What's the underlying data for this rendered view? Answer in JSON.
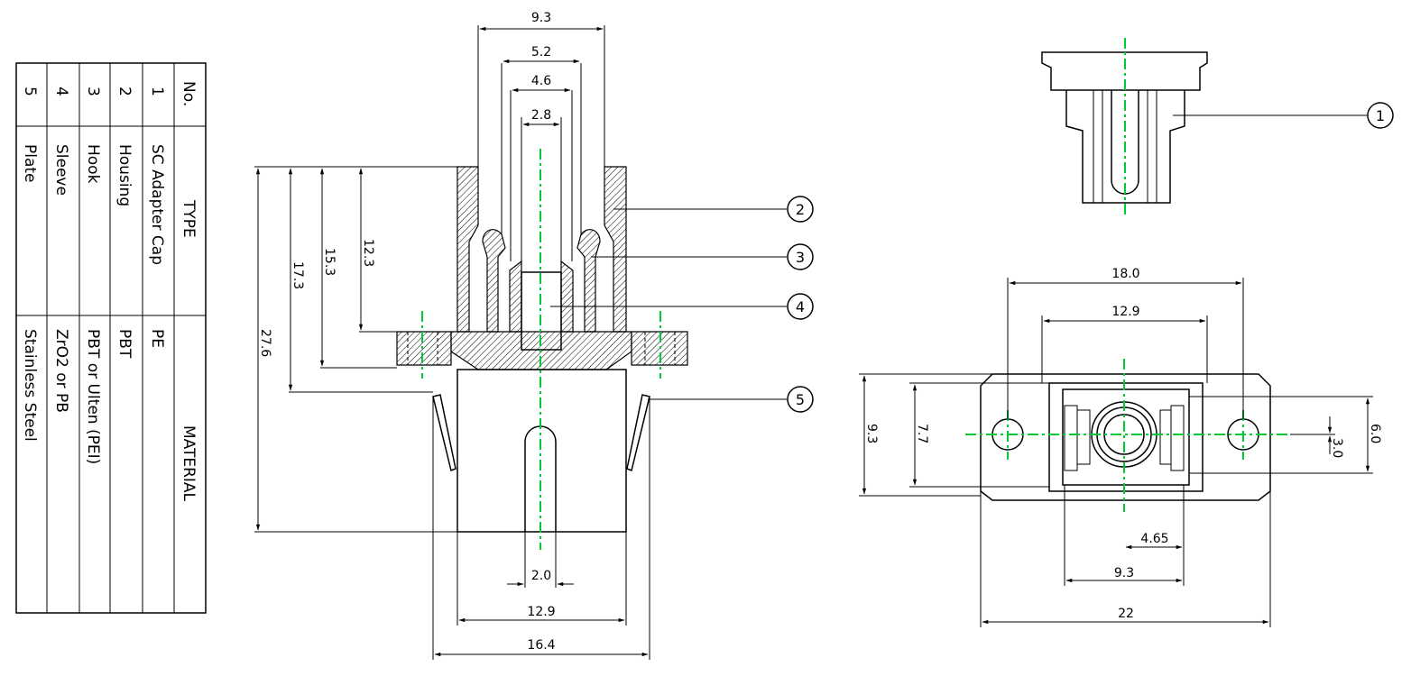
{
  "table": {
    "header": {
      "no": "No.",
      "type": "TYPE",
      "material": "MATERIAL"
    },
    "rows": [
      {
        "no": "1",
        "type": "SC Adapter Cap",
        "material": "PE"
      },
      {
        "no": "2",
        "type": "Housing",
        "material": "PBT"
      },
      {
        "no": "3",
        "type": "Hook",
        "material": "PBT or Ulten (PEI)"
      },
      {
        "no": "4",
        "type": "Sleeve",
        "material": "ZrO2 or PB"
      },
      {
        "no": "5",
        "type": "Plate",
        "material": "Stainless Steel"
      }
    ]
  },
  "side_view": {
    "dims": {
      "w93": "9.3",
      "w52": "5.2",
      "w46": "4.6",
      "w28": "2.8",
      "h123": "12.3",
      "h153": "15.3",
      "h173": "17.3",
      "h276": "27.6",
      "w20": "2.0",
      "w129": "12.9",
      "w164": "16.4"
    },
    "callouts": [
      "2",
      "3",
      "4",
      "5"
    ]
  },
  "cap_view": {
    "callout": "1"
  },
  "front_view": {
    "dims": {
      "w180": "18.0",
      "w129": "12.9",
      "h93": "9.3",
      "h77": "7.7",
      "h60": "6.0",
      "h30": "3.0",
      "w465": "4.65",
      "w93": "9.3",
      "w22": "22"
    }
  },
  "colors": {
    "line": "#000000",
    "centerline": "#00cc33",
    "background": "#ffffff"
  }
}
